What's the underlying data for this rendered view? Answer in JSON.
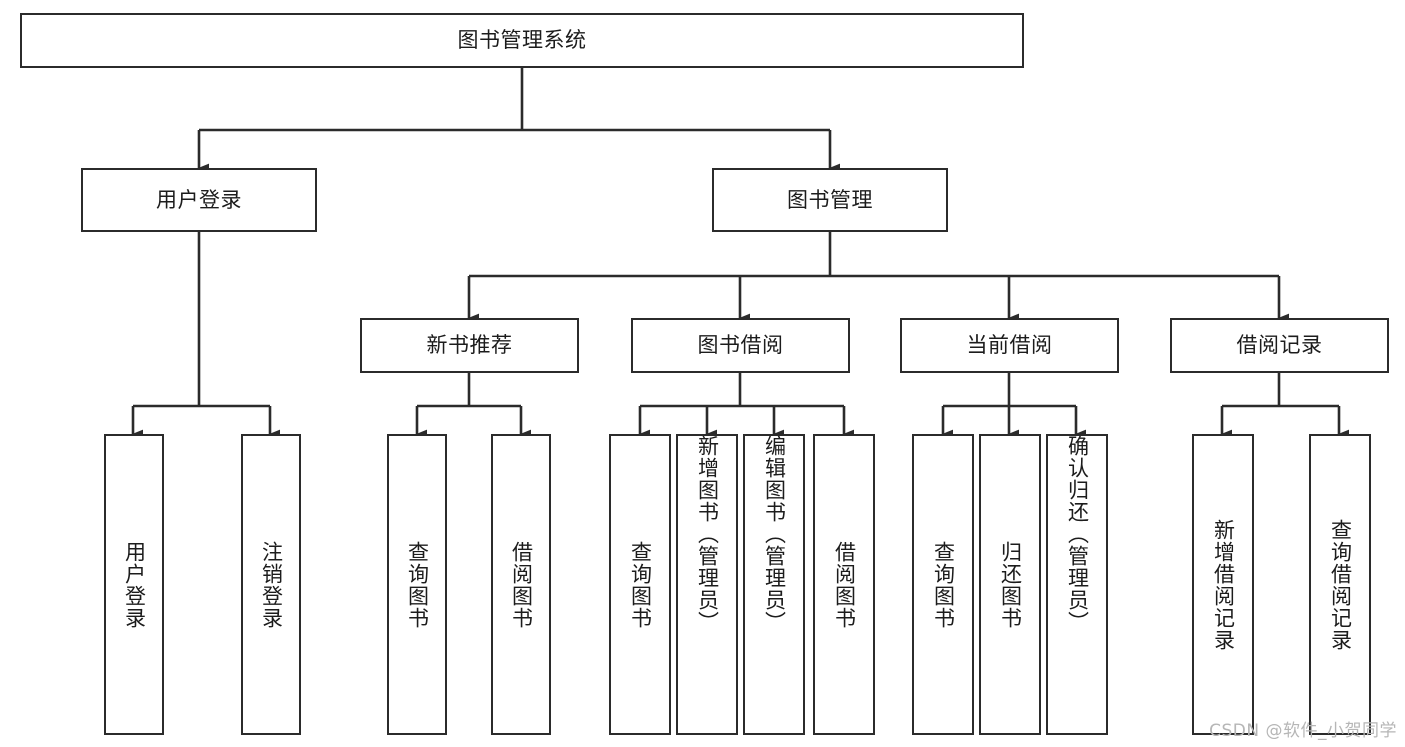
{
  "diagram": {
    "title": "图书管理系统",
    "type": "tree-hierarchy",
    "watermark": "CSDN @软件_小贺同学",
    "colors": {
      "stroke": "#2b2b2b",
      "fill": "#ffffff",
      "text": "#1c1c1c",
      "watermark": "#b6b6b6"
    },
    "nodes": {
      "root": {
        "label": "图书管理系统"
      },
      "level2": [
        {
          "label": "用户登录"
        },
        {
          "label": "图书管理"
        }
      ],
      "level3": [
        {
          "label": "新书推荐"
        },
        {
          "label": "图书借阅"
        },
        {
          "label": "当前借阅"
        },
        {
          "label": "借阅记录"
        }
      ],
      "leaves": {
        "user_login": [
          {
            "label": "用户登录"
          },
          {
            "label": "注销登录"
          }
        ],
        "new_book": [
          {
            "label": "查询图书"
          },
          {
            "label": "借阅图书"
          }
        ],
        "book_borrow": [
          {
            "label": "查询图书"
          },
          {
            "label": "新增图书（管理员）"
          },
          {
            "label": "编辑图书（管理员）"
          },
          {
            "label": "借阅图书"
          }
        ],
        "current_borrow": [
          {
            "label": "查询图书"
          },
          {
            "label": "归还图书"
          },
          {
            "label": "确认归还（管理员）"
          }
        ],
        "borrow_record": [
          {
            "label": "新增借阅记录"
          },
          {
            "label": "查询借阅记录"
          }
        ]
      }
    }
  }
}
